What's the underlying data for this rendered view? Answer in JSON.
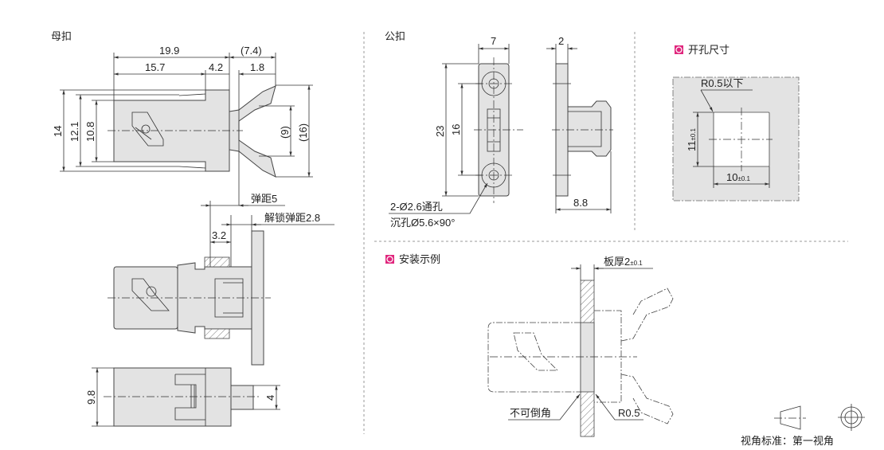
{
  "female": {
    "title": "母扣",
    "dims": {
      "d19_9": "19.9",
      "d7_4": "(7.4)",
      "d15_7": "15.7",
      "d4_2": "4.2",
      "d1_8": "1.8",
      "d14": "14",
      "d12_1": "12.1",
      "d10_8": "10.8",
      "d9": "(9)",
      "d16": "(16)",
      "travel": "弹距5",
      "unlock": "解锁弹距2.8",
      "d3_2": "3.2",
      "d9_8": "9.8",
      "d4": "4"
    }
  },
  "male": {
    "title": "公扣",
    "dims": {
      "d7": "7",
      "d2": "2",
      "d23": "23",
      "d16": "16",
      "d8_8": "8.8",
      "hole1": "2-Ø2.6通孔",
      "hole2": "沉孔Ø5.6×90°"
    }
  },
  "cutout": {
    "title": "开孔尺寸",
    "radius": "R0.5以下",
    "h": "11",
    "h_tol": "±0.1",
    "w": "10",
    "w_tol": "±0.1"
  },
  "install": {
    "title": "安装示例",
    "thickness": "板厚2",
    "thickness_tol": "±0.1",
    "no_chamfer": "不可倒角",
    "radius": "R0.5"
  },
  "projection": {
    "label": "视角标准：第一视角"
  },
  "colors": {
    "accent": "#e0267d",
    "part": "#e3e3e3"
  }
}
